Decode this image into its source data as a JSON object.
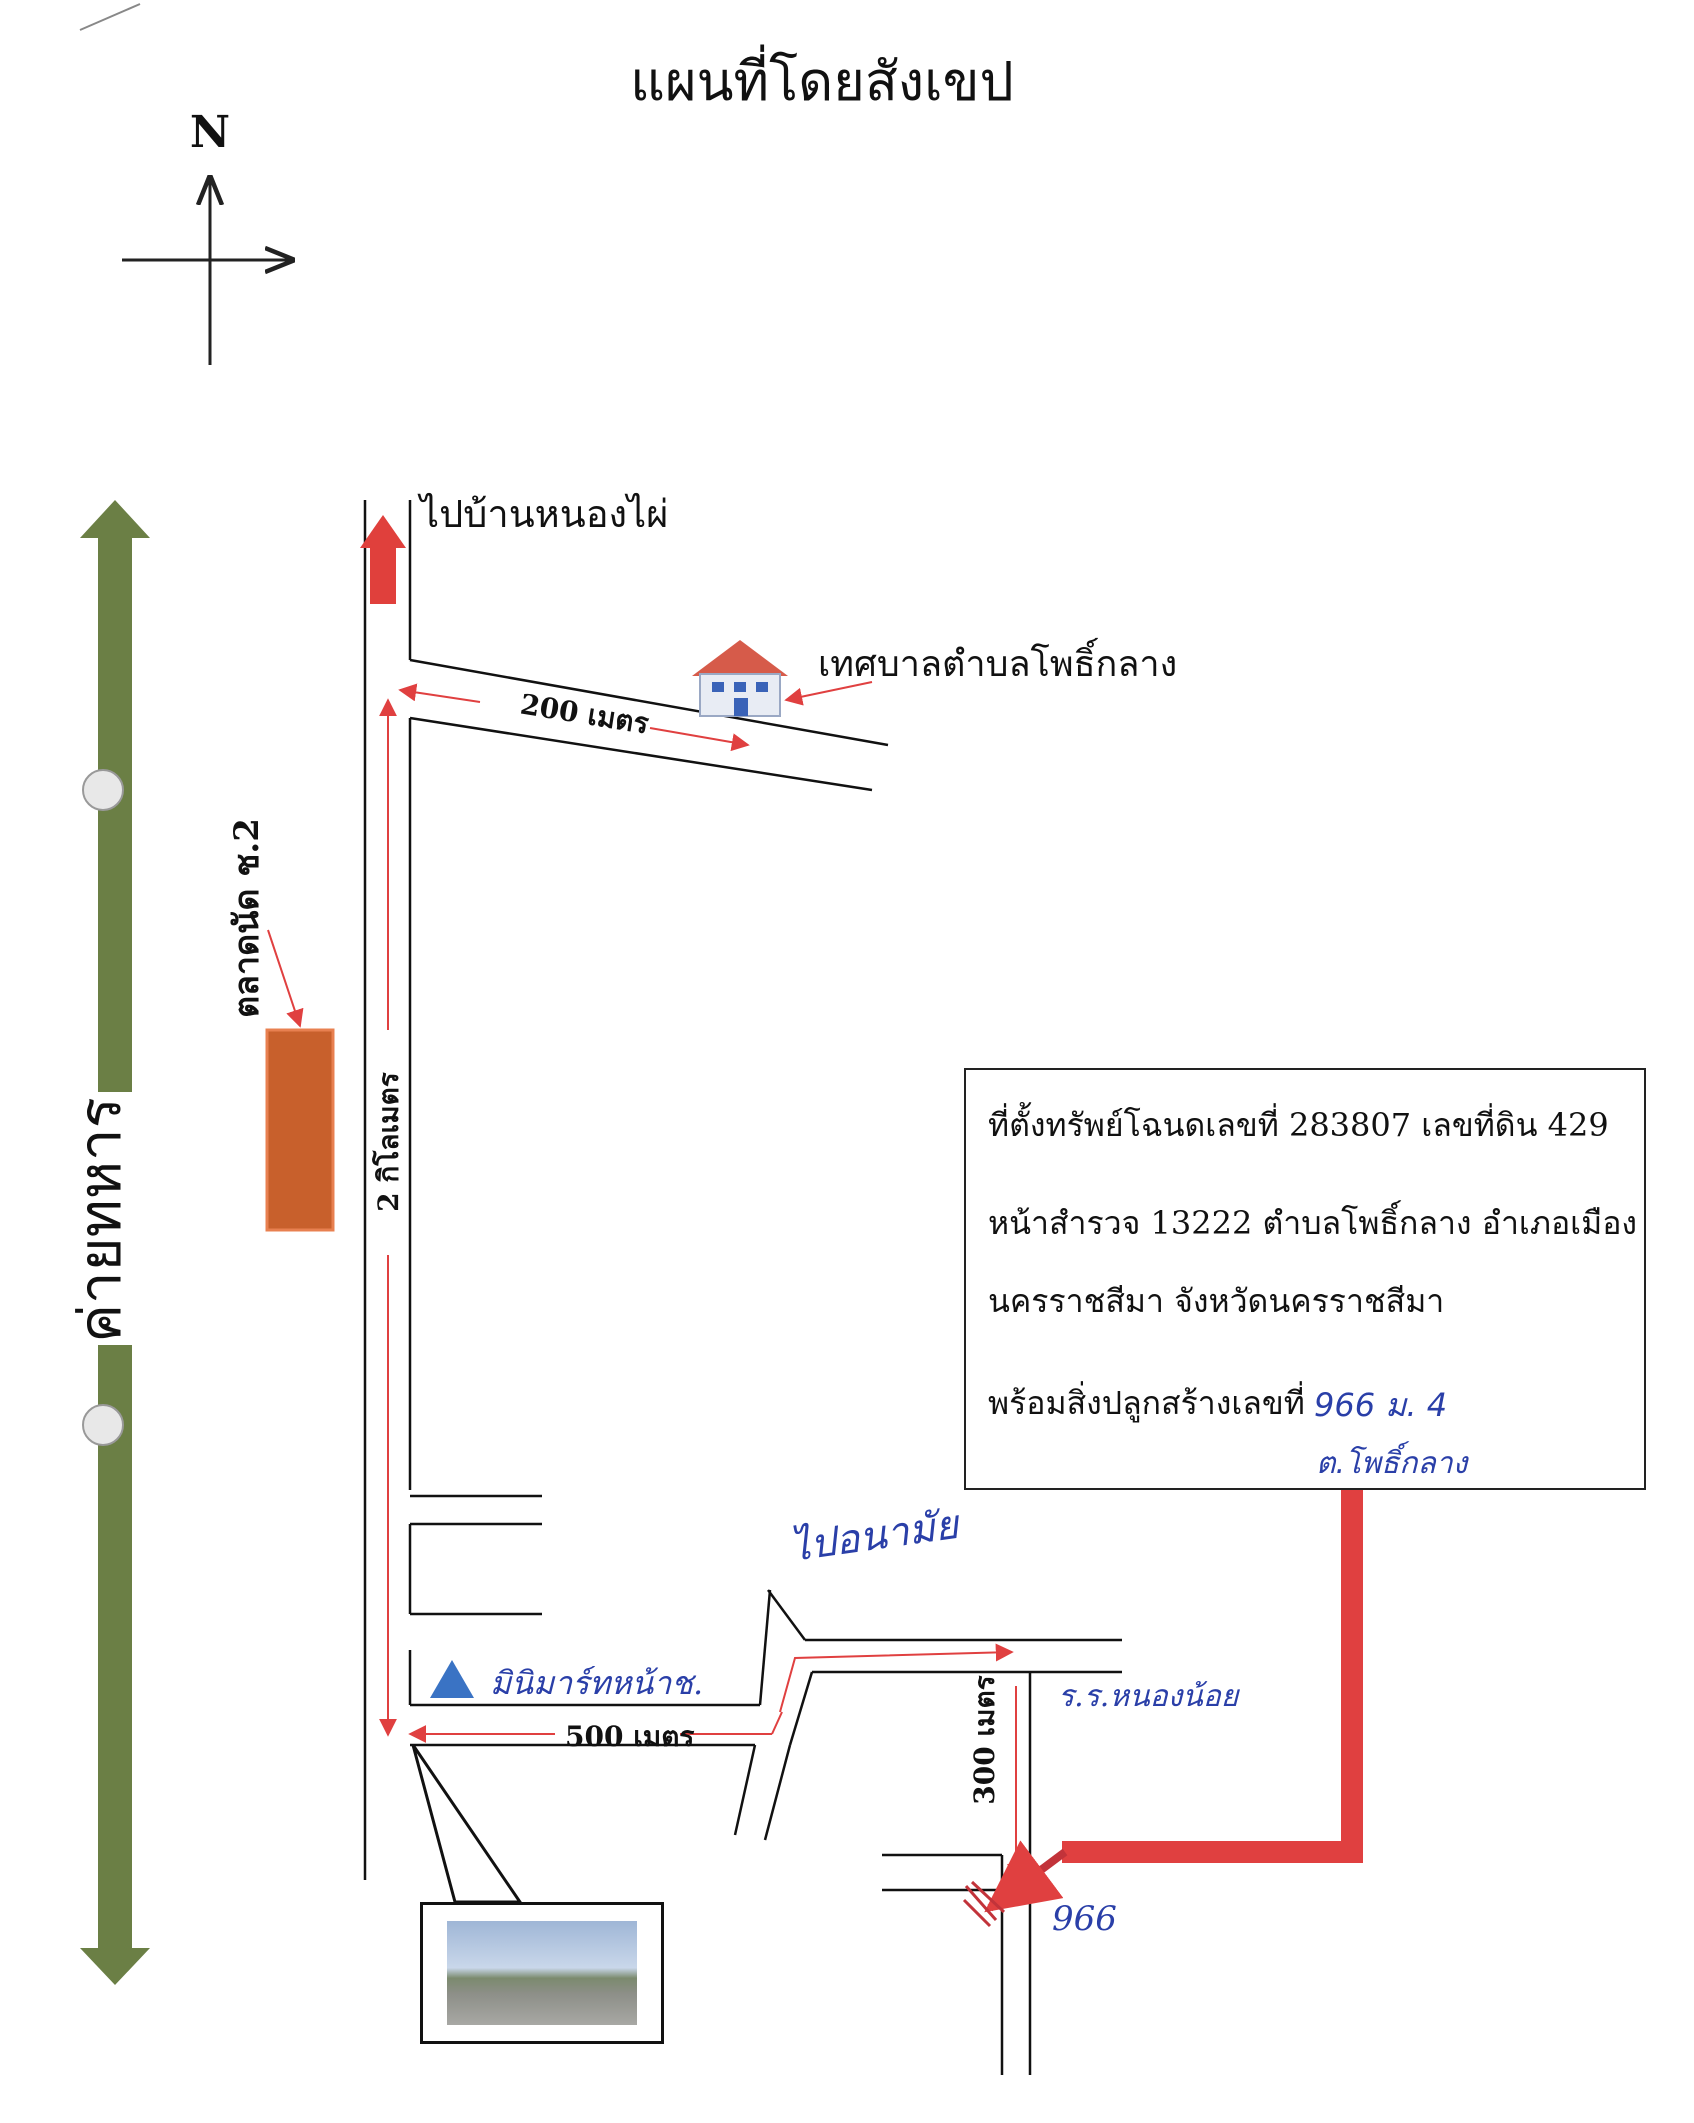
{
  "title": "แผนที่โดยสังเขป",
  "compass": {
    "label": "N"
  },
  "labels": {
    "to_village": "ไปบ้านหนองไผ่",
    "municipality": "เทศบาลตำบลโพธิ์กลาง",
    "dist_200": "200 เมตร",
    "dist_2km": "2 กิโลเมตร",
    "dist_500": "500 เมตร",
    "dist_300": "300 เมตร",
    "market": "ตลาดนัด ช.2",
    "camp": "ค่ายทหาร"
  },
  "handwritten": {
    "to_clinic": "ไปอนามัย",
    "landmark_left": "มินิมาร์ทหน้าช.",
    "school": "ร.ร.หนองน้อย",
    "house_no": "966"
  },
  "info_box": {
    "line1": "ที่ตั้งทรัพย์โฉนดเลขที่ 283807  เลขที่ดิน  429",
    "line2": "หน้าสำรวจ 13222  ตำบลโพธิ์กลาง  อำเภอเมือง",
    "line3": "นครราชสีมา  จังหวัดนครราชสีมา",
    "line4": "พร้อมสิ่งปลูกสร้างเลขที่",
    "line4_hand": "966  ม. 4",
    "line5_hand": "ต.โพธิ์กลาง"
  },
  "colors": {
    "camp_bar": "#6b7f45",
    "market_block": "#c8602c",
    "route_red": "#e04040",
    "arrow_red": "#e0403c",
    "ink_blue": "#2a3fa8",
    "triangle": "#3a73c4"
  },
  "icons": [
    "house-icon",
    "triangle-icon",
    "compass-icon",
    "photo-thumbnail"
  ]
}
